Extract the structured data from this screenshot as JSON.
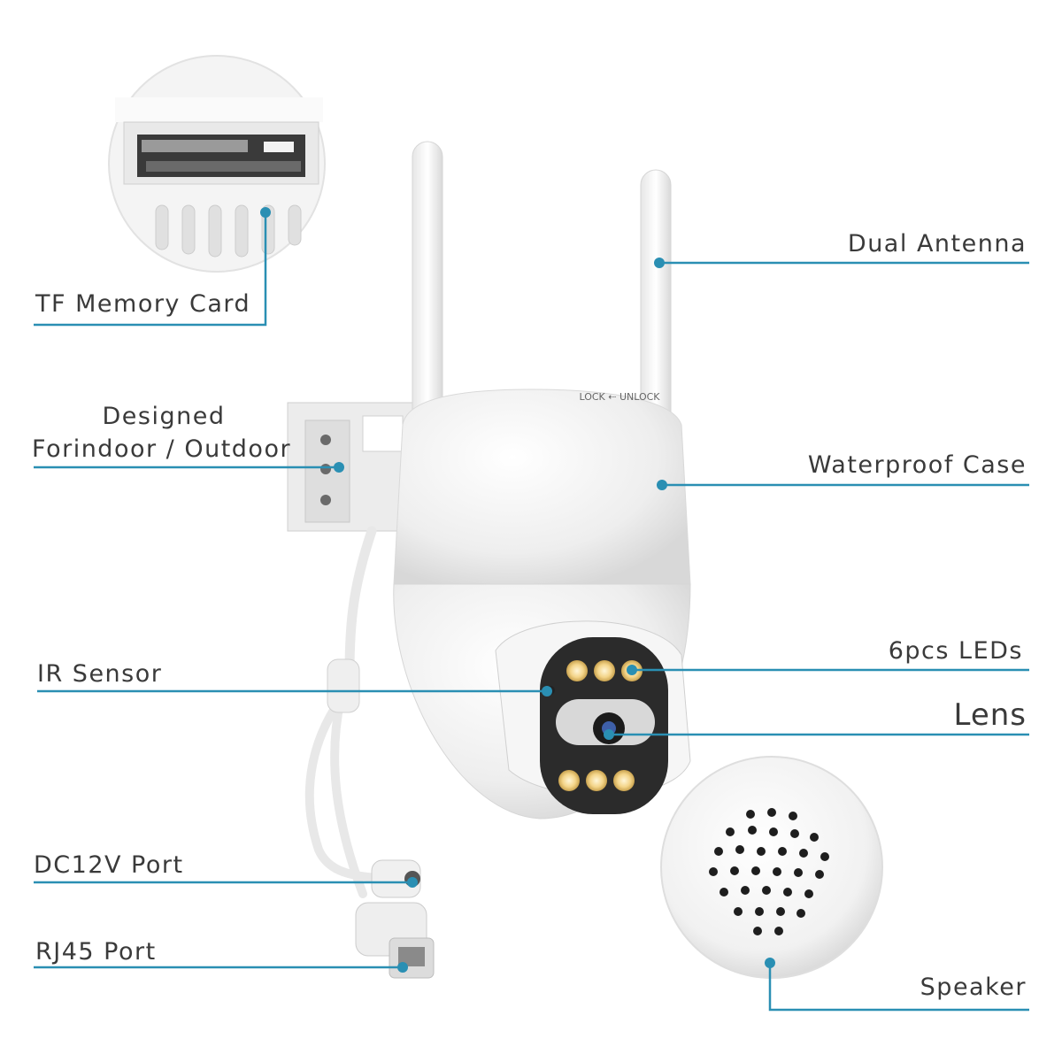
{
  "colors": {
    "accent": "#2a8fb3",
    "text": "#3a3a3a",
    "led": "#f4d58a",
    "body": "#f2f2f2"
  },
  "callouts": {
    "tf_card": "TF Memory Card",
    "designed_line1": "Designed",
    "designed_line2": "Forindoor / Outdoor",
    "ir_sensor": "IR Sensor",
    "dc_port": "DC12V Port",
    "rj45_port": "RJ45 Port",
    "dual_antenna": "Dual Antenna",
    "waterproof": "Waterproof Case",
    "leds": "6pcs  LEDs",
    "lens": "Lens",
    "speaker": "Speaker"
  },
  "product_marks": {
    "lock_text": "LOCK ⇠ UNLOCK"
  }
}
